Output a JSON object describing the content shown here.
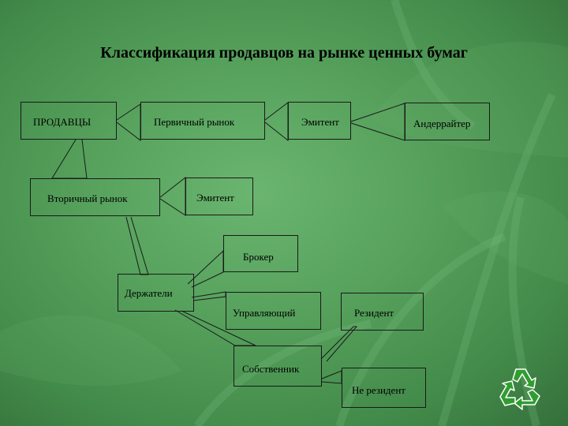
{
  "title": "Классификация продавцов на рынке ценных бумаг",
  "nodes": {
    "sellers": "ПРОДАВЦЫ",
    "primary_market": "Первичный рынок",
    "issuer_primary": "Эмитент",
    "underwriter": "Андеррайтер",
    "secondary_market": "Вторичный рынок",
    "issuer_secondary": "Эмитент",
    "broker": "Брокер",
    "holders": "Держатели",
    "manager": "Управляющий",
    "resident": "Резидент",
    "owner": "Собственник",
    "non_resident": "Не резидент"
  },
  "colors": {
    "background": "#58a35e",
    "line": "#1a1a1a",
    "recycle_icon": "#2e9e2e"
  },
  "icons": {
    "corner": "recycle-icon"
  }
}
